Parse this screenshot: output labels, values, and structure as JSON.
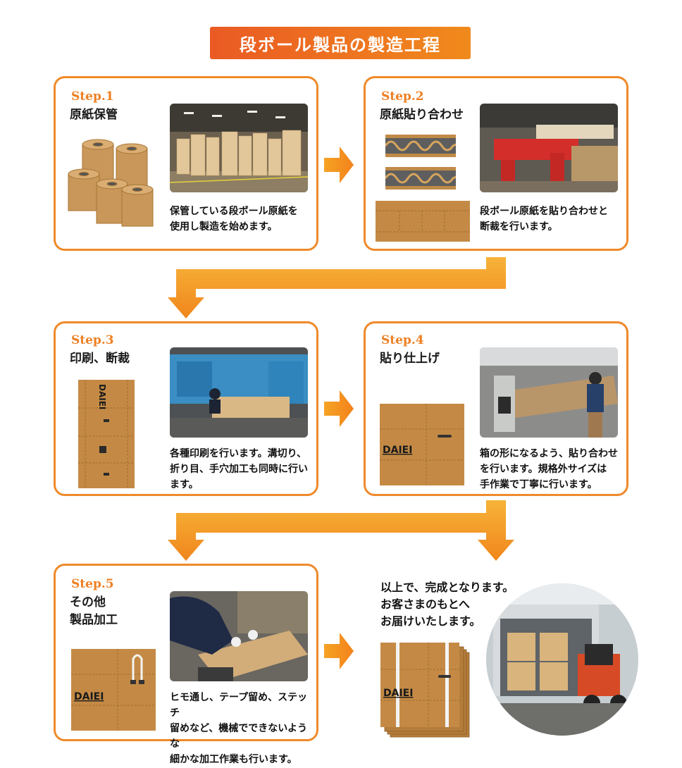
{
  "title": "段ボール製品の製造工程",
  "steps": [
    {
      "label": "Step.1",
      "name": "原紙保管",
      "desc": [
        "保管している段ボール原紙を",
        "使用し製造を始めます。"
      ]
    },
    {
      "label": "Step.2",
      "name": "原紙貼り合わせ",
      "desc": [
        "段ボール原紙を貼り合わせと",
        "断裁を行います。"
      ]
    },
    {
      "label": "Step.3",
      "name": "印刷、断裁",
      "desc": [
        "各種印刷を行います。溝切り、",
        "折り目、手穴加工も同時に行い",
        "ます。"
      ]
    },
    {
      "label": "Step.4",
      "name": "貼り仕上げ",
      "desc": [
        "箱の形になるよう、貼り合わせ",
        "を行います。規格外サイズは",
        "手作業で丁寧に行います。"
      ]
    },
    {
      "label": "Step.5",
      "name_lines": [
        "その他",
        "製品加工"
      ],
      "desc": [
        "ヒモ通し、テープ留め、ステッチ",
        "留めなど、機械でできないような",
        "細かな加工作業も行います。"
      ]
    }
  ],
  "final": {
    "lines": [
      "以上で、完成となります。",
      "お客さまのもとへ",
      "お届けいたします。"
    ]
  },
  "brand": "DAIEI",
  "colors": {
    "accent": "#ef8a2a",
    "cardboard": "#c48a45",
    "title_start": "#ea5a24",
    "title_end": "#f08a1c"
  }
}
